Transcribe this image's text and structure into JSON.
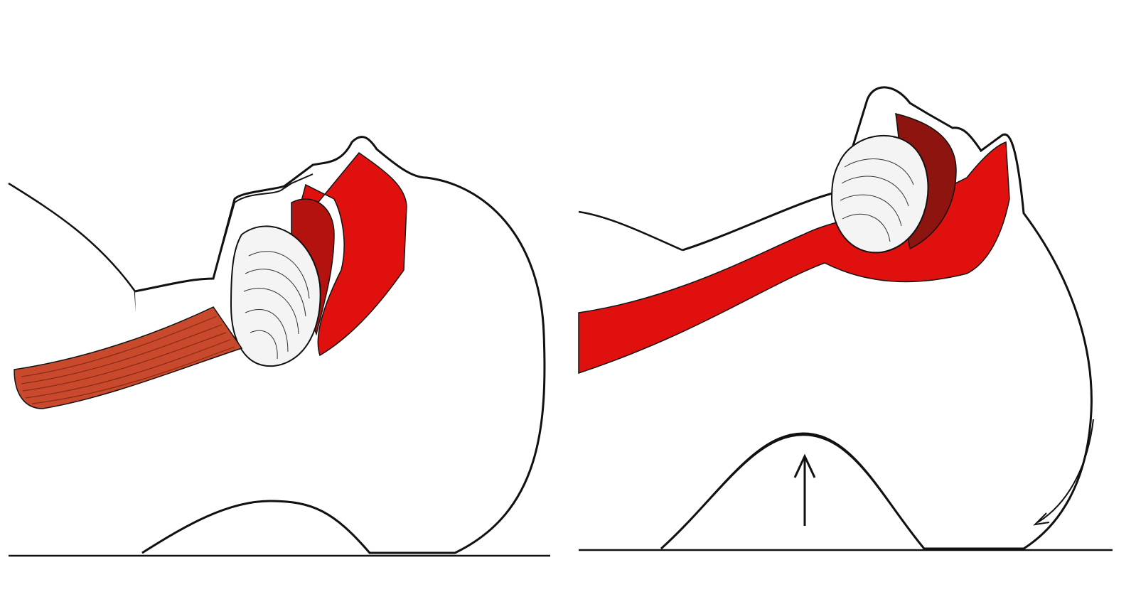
{
  "figure": {
    "panels": [
      {
        "id": "left",
        "depiction": "head-lying-flat-airway-narrowed"
      },
      {
        "id": "right",
        "depiction": "head-on-contoured-support-airway-open"
      }
    ],
    "colors": {
      "background": "#ffffff",
      "outline": "#111111",
      "airway_red": "#e0100f",
      "muscle_brown": "#c8492c",
      "muscle_stripe": "#8a2a15",
      "tissue_dark": "#8e1410"
    }
  }
}
